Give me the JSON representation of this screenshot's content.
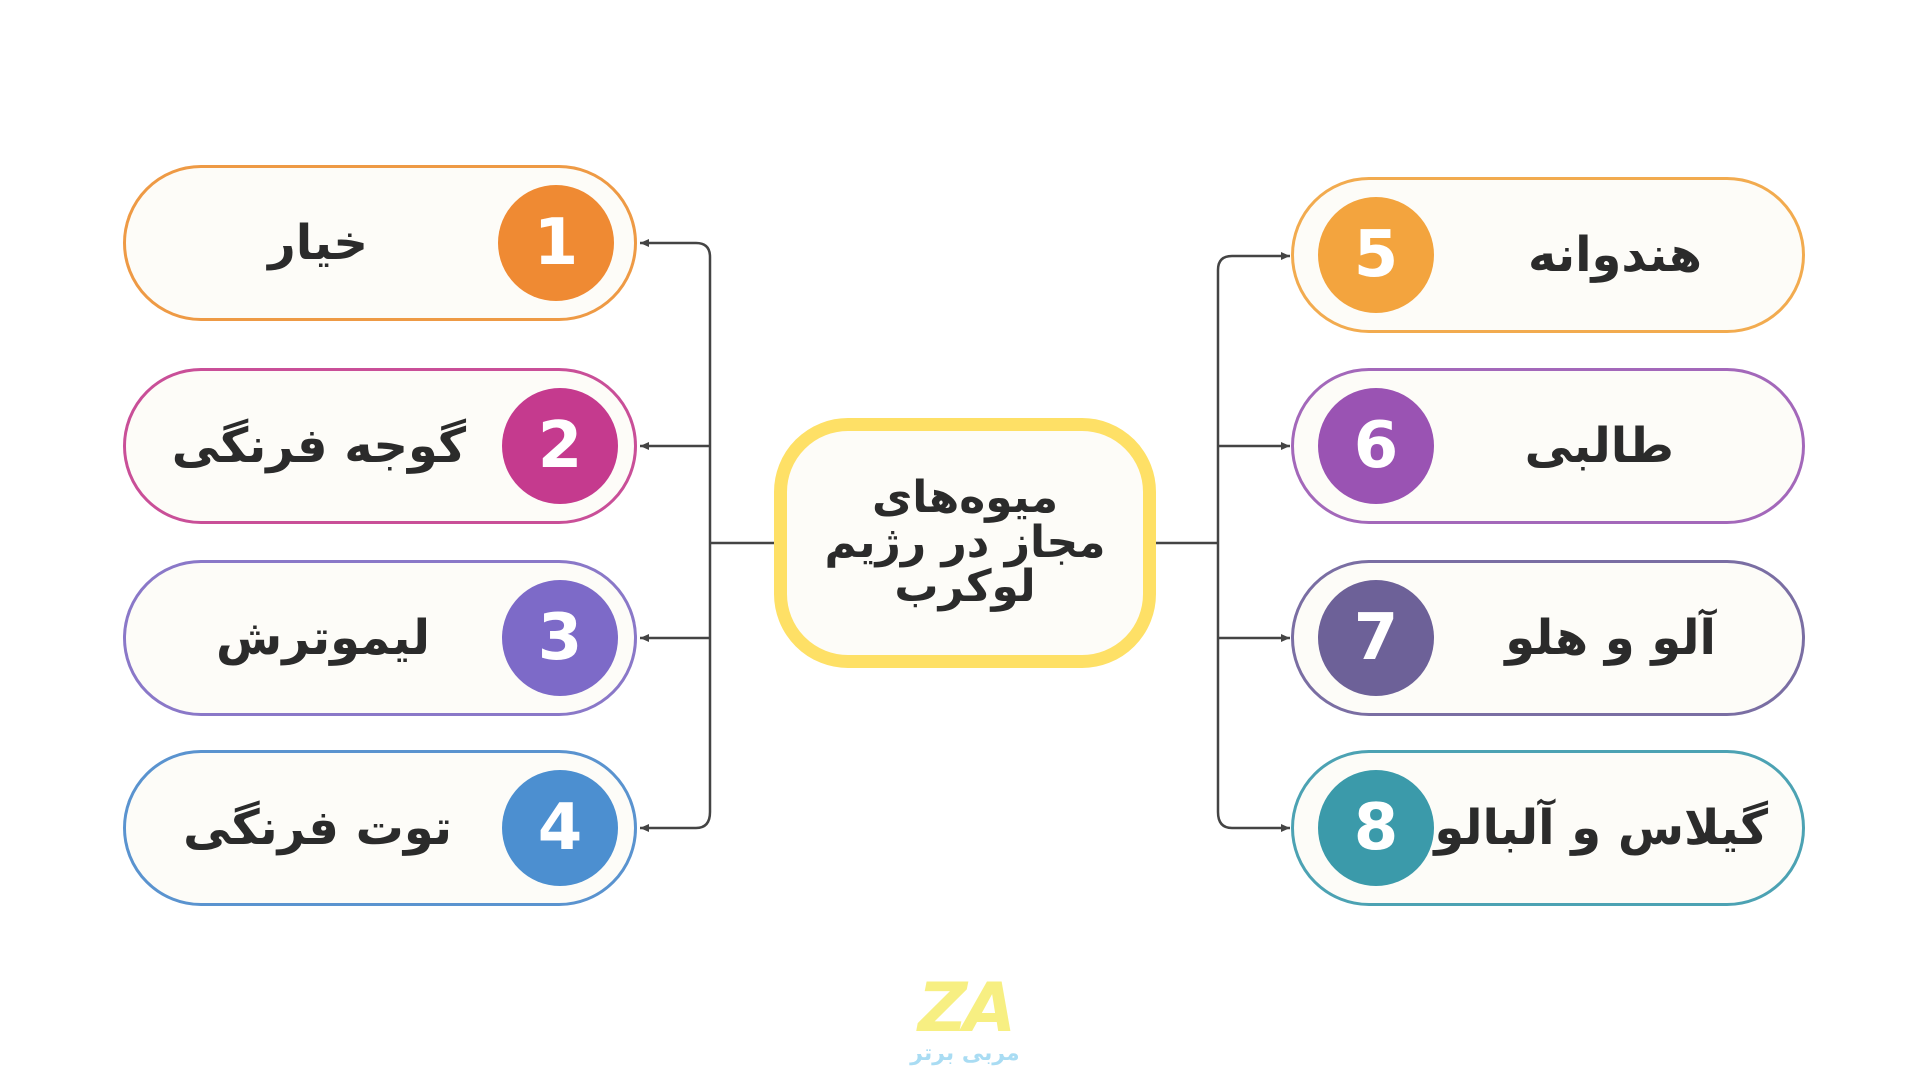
{
  "center": {
    "title": "میوه‌های مجاز در رژیم لوکرب",
    "border_color": "#fee066"
  },
  "left_items": [
    {
      "number": "1",
      "label": "خیار",
      "color": "#ef8a33",
      "border_color": "#ee9a45"
    },
    {
      "number": "2",
      "label": "گوجه فرنگی",
      "color": "#c53a8e",
      "border_color": "#c94f98"
    },
    {
      "number": "3",
      "label": "لیموترش",
      "color": "#7d6ac8",
      "border_color": "#8a78c8"
    },
    {
      "number": "4",
      "label": "توت فرنگی",
      "color": "#4c8fd0",
      "border_color": "#5a93cf"
    }
  ],
  "right_items": [
    {
      "number": "5",
      "label": "هندوانه",
      "color": "#f3a43e",
      "border_color": "#f2ab4f"
    },
    {
      "number": "6",
      "label": "طالبی",
      "color": "#9a53b3",
      "border_color": "#a368ba"
    },
    {
      "number": "7",
      "label": "آلو و هلو",
      "color": "#6d6198",
      "border_color": "#7a6ea3"
    },
    {
      "number": "8",
      "label": "گیلاس و آلبالو",
      "color": "#3b9aaa",
      "border_color": "#4ca2b3"
    }
  ],
  "logo": {
    "mark": "ZA",
    "text": "مربی برتر"
  }
}
